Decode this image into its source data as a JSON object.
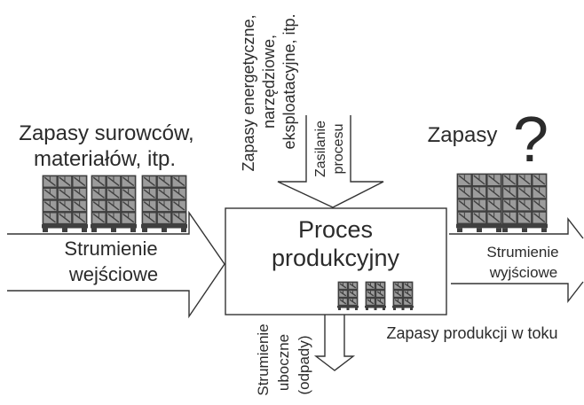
{
  "inputs": {
    "line1": "Zapasy surowców,",
    "line2": "materiałów, itp."
  },
  "input_stream": {
    "line1": "Strumienie",
    "line2": "wejściowe"
  },
  "process": {
    "line1": "Proces",
    "line2": "produkcyjny"
  },
  "supplies": {
    "line1": "Zapasy energetyczne,",
    "line2": "narzędziowe,",
    "line3": "eksploatacyjne, itp."
  },
  "feed": {
    "line1": "Zasilanie",
    "line2": "procesu"
  },
  "outputs": {
    "label": "Zapasy",
    "mark": "?"
  },
  "output_stream": {
    "line1": "Strumienie",
    "line2": "wyjściowe"
  },
  "wip": {
    "label": "Zapasy produkcji w toku"
  },
  "side_stream": {
    "line1": "Strumienie",
    "line2": "uboczne",
    "line3": "(odpady)"
  },
  "colors": {
    "text": "#2b2b2b",
    "line": "#333333",
    "pallet_dark": "#3f3f3f",
    "pallet_light": "#9c9c9c"
  }
}
